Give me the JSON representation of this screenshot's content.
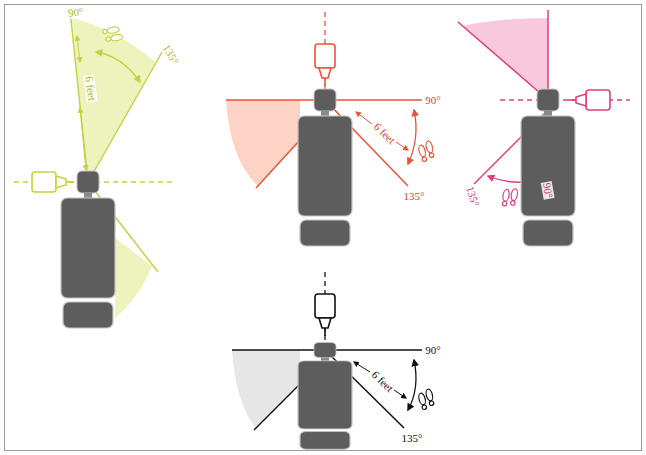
{
  "diagram": {
    "labels": [
      "90°",
      "135°",
      "6 feet",
      "90°",
      "6 feet",
      "135°",
      "135°",
      "90°",
      "90°",
      "6 feet",
      "135°"
    ]
  }
}
